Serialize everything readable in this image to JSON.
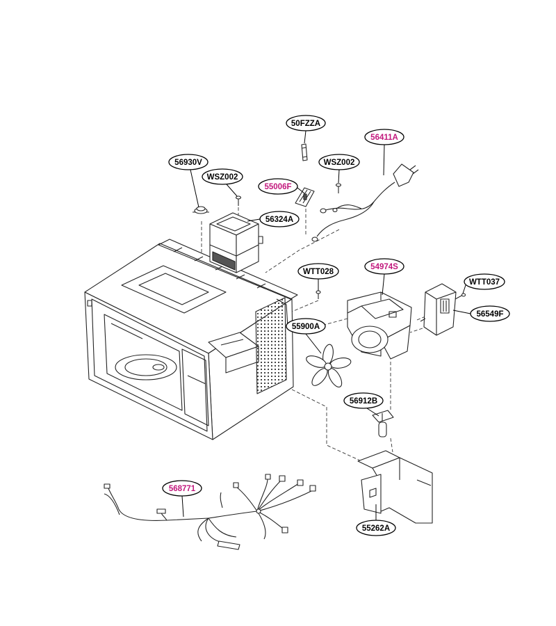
{
  "colors": {
    "text": "#000000",
    "highlight": "#c2177c"
  },
  "callouts": [
    {
      "text": "50FZZA",
      "highlight": false
    },
    {
      "text": "56411A",
      "highlight": true
    },
    {
      "text": "WSZ002",
      "highlight": false
    },
    {
      "text": "56930V",
      "highlight": false
    },
    {
      "text": "WSZ002",
      "highlight": false
    },
    {
      "text": "55006F",
      "highlight": true
    },
    {
      "text": "56324A",
      "highlight": false
    },
    {
      "text": "WTT028",
      "highlight": false
    },
    {
      "text": "54974S",
      "highlight": true
    },
    {
      "text": "WTT037",
      "highlight": false
    },
    {
      "text": "56549F",
      "highlight": false
    },
    {
      "text": "55900A",
      "highlight": false
    },
    {
      "text": "56912B",
      "highlight": false
    },
    {
      "text": "568771",
      "highlight": true
    },
    {
      "text": "55262A",
      "highlight": false
    }
  ]
}
